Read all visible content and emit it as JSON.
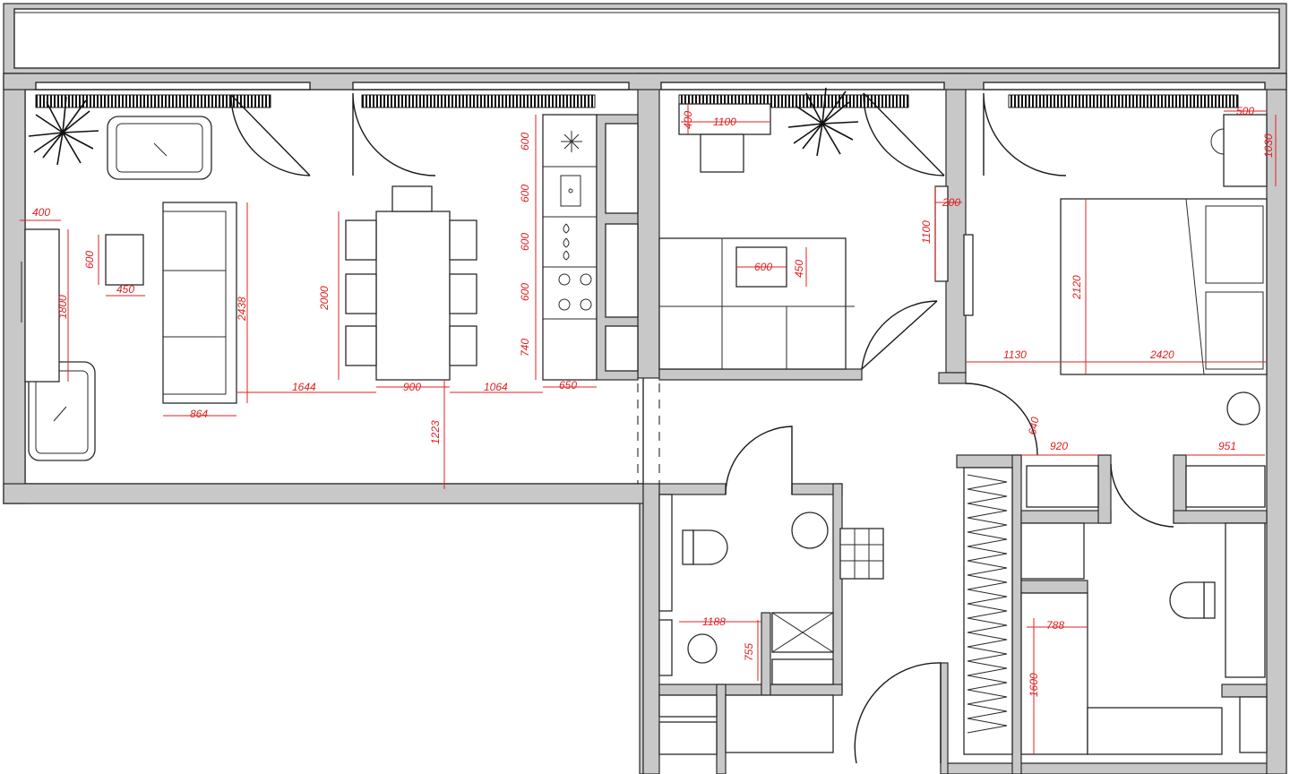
{
  "plan": {
    "colors": {
      "wall": "#c8c8c8",
      "line": "#2a2a2a",
      "dimension": "#e02020",
      "background": "#ffffff"
    },
    "icons": [
      "plant-icon",
      "armchair-icon",
      "sofa-icon",
      "dining-table-icon",
      "hob-icon",
      "sink-icon",
      "toilet-icon",
      "shower-icon",
      "bed-icon",
      "wardrobe-icon",
      "washing-machine-icon",
      "radiator-icon",
      "door-swing-icon"
    ],
    "dimensions": {
      "d400": "400",
      "d600a": "600",
      "d450a": "450",
      "d1800": "1800",
      "d2438": "2438",
      "d864": "864",
      "d2000": "2000",
      "d1644": "1644",
      "d900": "900",
      "d1064": "1064",
      "d650": "650",
      "d1223": "1223",
      "d600k1": "600",
      "d600k2": "600",
      "d600k3": "600",
      "d600k4": "600",
      "d740": "740",
      "d400b": "400",
      "d1100a": "1100",
      "d600b": "600",
      "d450b": "450",
      "d200": "200",
      "d1100b": "1100",
      "d500": "500",
      "d1030": "1030",
      "d2120": "2120",
      "d1130": "1130",
      "d2420": "2420",
      "d640": "640",
      "d920": "920",
      "d951": "951",
      "d1188": "1188",
      "d755": "755",
      "d788": "788",
      "d1600": "1600"
    }
  }
}
